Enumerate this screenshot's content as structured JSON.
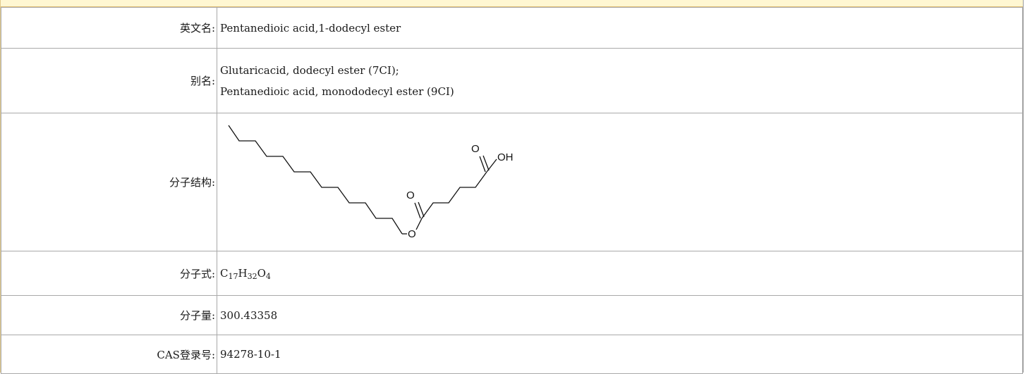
{
  "rows": {
    "english_name": {
      "label": "英文名:",
      "value": "Pentanedioic acid,1-dodecyl ester"
    },
    "synonyms": {
      "label": "别名:",
      "values": [
        "Glutaricacid, dodecyl ester (7CI);",
        "Pentanedioic acid, monododecyl ester (9CI)"
      ]
    },
    "structure": {
      "label": "分子结构:",
      "atom_labels": {
        "carbonyl_o_ester": "O",
        "ether_o": "O",
        "carbonyl_o_acid": "O",
        "hydroxyl": "OH"
      }
    },
    "formula": {
      "label": "分子式:",
      "parts": [
        {
          "el": "C",
          "n": "17"
        },
        {
          "el": "H",
          "n": "32"
        },
        {
          "el": "O",
          "n": "4"
        }
      ]
    },
    "molecular_weight": {
      "label": "分子量:",
      "value": "300.43358"
    },
    "cas": {
      "label": "CAS登录号:",
      "value": "94278-10-1"
    }
  }
}
